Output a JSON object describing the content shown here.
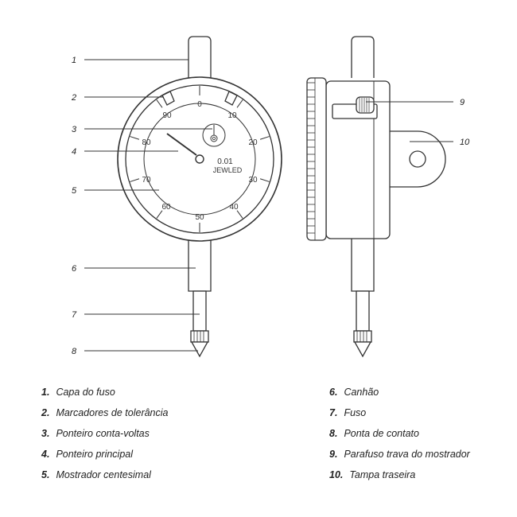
{
  "diagram": {
    "callouts": [
      "1",
      "2",
      "3",
      "4",
      "5",
      "6",
      "7",
      "8",
      "9",
      "10"
    ],
    "dial": {
      "numbers": [
        "0",
        "10",
        "20",
        "30",
        "40",
        "50",
        "60",
        "70",
        "80",
        "90"
      ],
      "resolution": "0.01",
      "jewel_label": "JEWLED"
    }
  },
  "legend": {
    "items": [
      {
        "num": "1.",
        "label": "Capa do fuso"
      },
      {
        "num": "2.",
        "label": "Marcadores de tolerância"
      },
      {
        "num": "3.",
        "label": "Ponteiro conta-voltas"
      },
      {
        "num": "4.",
        "label": "Ponteiro principal"
      },
      {
        "num": "5.",
        "label": "Mostrador centesimal"
      },
      {
        "num": "6.",
        "label": "Canhão"
      },
      {
        "num": "7.",
        "label": "Fuso"
      },
      {
        "num": "8.",
        "label": "Ponta de contato"
      },
      {
        "num": "9.",
        "label": "Parafuso trava do mostrador"
      },
      {
        "num": "10.",
        "label": "Tampa traseira"
      }
    ]
  }
}
